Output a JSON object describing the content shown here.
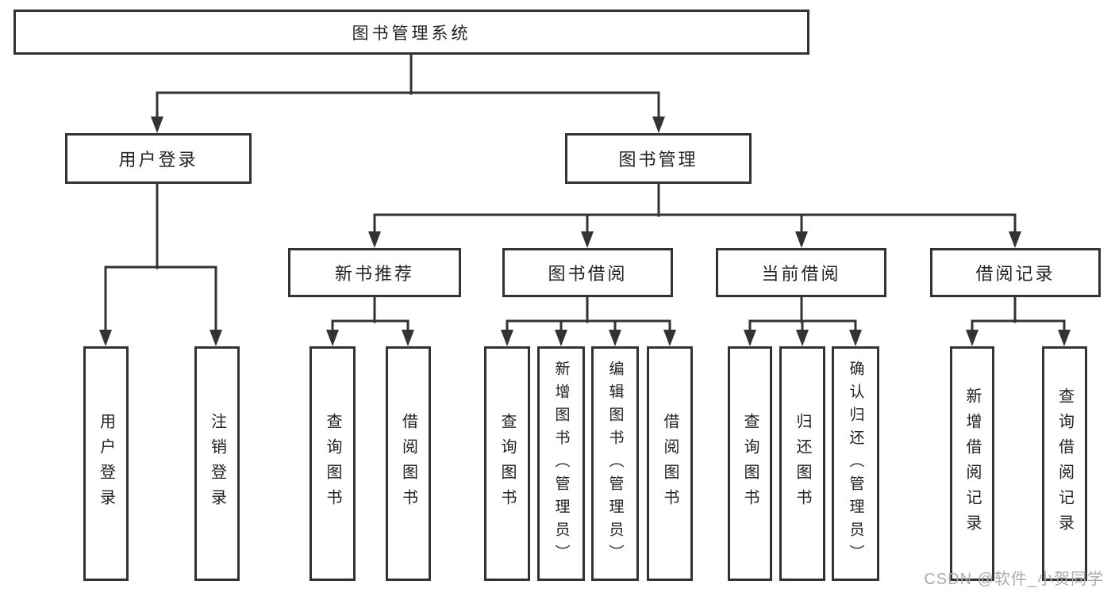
{
  "diagram": {
    "nodes": {
      "root": "图书管理系统",
      "user_login": "用户登录",
      "book_management": "图书管理",
      "new_book_recommend": "新书推荐",
      "book_borrowing": "图书借阅",
      "current_borrowing": "当前借阅",
      "borrow_records": "借阅记录"
    },
    "leaves": {
      "user_login": [
        "用户登录",
        "注销登录"
      ],
      "new_book_recommend": [
        "查询图书",
        "借阅图书"
      ],
      "book_borrowing": [
        "查询图书",
        "新增图书（管理员）",
        "编辑图书（管理员）",
        "借阅图书"
      ],
      "current_borrowing": [
        "查询图书",
        "归还图书",
        "确认归还（管理员）"
      ],
      "borrow_records": [
        "新增借阅记录",
        "查询借阅记录"
      ]
    }
  },
  "watermark": "CSDN @软件_小贺同学",
  "colors": {
    "line": "#333333",
    "text": "#222222",
    "background": "#ffffff",
    "watermark": "#a8abb0"
  }
}
